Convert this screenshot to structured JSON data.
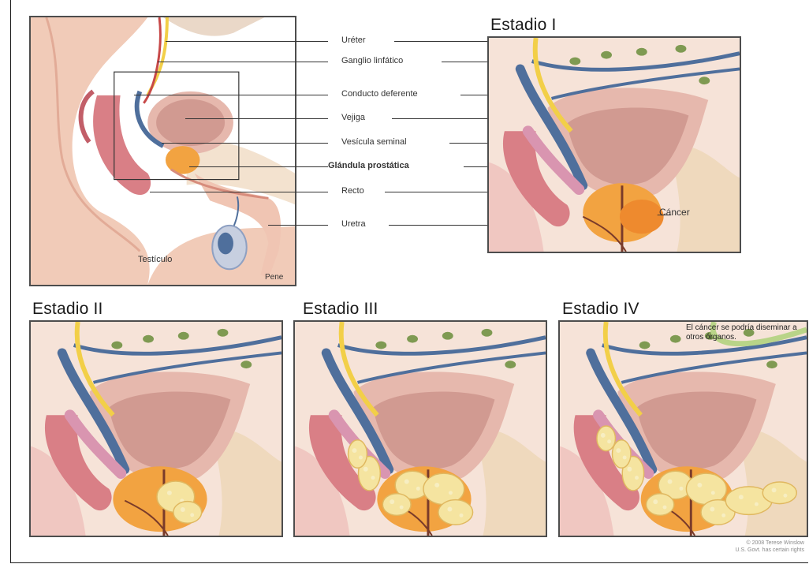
{
  "overview": {
    "labels": {
      "ureter": "Uréter",
      "lymph": "Ganglio linfático",
      "vas": "Conducto deferente",
      "bladder": "Vejiga",
      "seminal": "Vesícula seminal",
      "prostate": "Glándula prostática",
      "rectum": "Recto",
      "urethra": "Uretra",
      "testicle": "Testículo",
      "penis": "Pene"
    }
  },
  "stages": {
    "s1": {
      "title": "Estadio I",
      "cancer_label": "Cáncer"
    },
    "s2": {
      "title": "Estadio II"
    },
    "s3": {
      "title": "Estadio III"
    },
    "s4": {
      "title": "Estadio IV",
      "note": "El cáncer se podría diseminar a otros órganos."
    }
  },
  "credit": {
    "line1": "© 2008 Terese Winslow",
    "line2": "U.S. Govt. has certain rights"
  },
  "colors": {
    "bladder": "#d19a91",
    "bladder_wall": "#e6b8ad",
    "ureter_blue": "#4f6f9c",
    "nerve_yellow": "#f2cf48",
    "lymph_green": "#7f9a52",
    "prostate_orange": "#f2a341",
    "cancer_orange": "#ee8a2e",
    "tumor_cream": "#f5e4a0",
    "rectum_pink": "#d97f86",
    "skin": "#f1cbb8"
  }
}
